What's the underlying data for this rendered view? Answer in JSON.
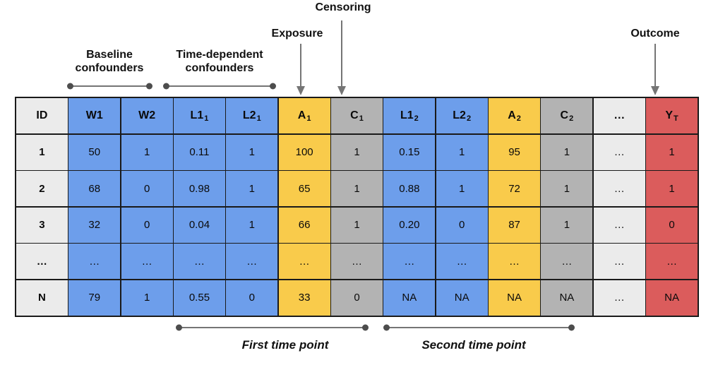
{
  "annotations": {
    "censoring": "Censoring",
    "exposure": "Exposure",
    "outcome": "Outcome",
    "baseline_confounders": {
      "line1": "Baseline",
      "line2": "confounders"
    },
    "time_dependent_confounders": {
      "line1": "Time-dependent",
      "line2": "confounders"
    },
    "first_time_point": "First time point",
    "second_time_point": "Second time point"
  },
  "colors": {
    "baseline_blue": "#6d9eeb",
    "exposure_yellow": "#f9cb4b",
    "censoring_gray": "#b3b3b3",
    "light_gray": "#ebebeb",
    "outcome_red": "#db5c5c",
    "grid_line": "#1a1a1a",
    "annotation_line": "#757575",
    "annotation_dot": "#4d4d4d"
  },
  "table": {
    "columns": [
      {
        "base": "ID",
        "sub": "",
        "role": "id"
      },
      {
        "base": "W1",
        "sub": "",
        "role": "baseline"
      },
      {
        "base": "W2",
        "sub": "",
        "role": "baseline"
      },
      {
        "base": "L1",
        "sub": "1",
        "role": "timedep"
      },
      {
        "base": "L2",
        "sub": "1",
        "role": "timedep"
      },
      {
        "base": "A",
        "sub": "1",
        "role": "exposure"
      },
      {
        "base": "C",
        "sub": "1",
        "role": "censoring"
      },
      {
        "base": "L1",
        "sub": "2",
        "role": "timedep"
      },
      {
        "base": "L2",
        "sub": "2",
        "role": "timedep"
      },
      {
        "base": "A",
        "sub": "2",
        "role": "exposure"
      },
      {
        "base": "C",
        "sub": "2",
        "role": "censoring"
      },
      {
        "base": "…",
        "sub": "",
        "role": "ellipsis"
      },
      {
        "base": "Y",
        "sub": "T",
        "role": "outcome"
      }
    ],
    "rows": [
      {
        "cells": [
          "1",
          "50",
          "1",
          "0.11",
          "1",
          "100",
          "1",
          "0.15",
          "1",
          "95",
          "1",
          "…",
          "1"
        ]
      },
      {
        "cells": [
          "2",
          "68",
          "0",
          "0.98",
          "1",
          "65",
          "1",
          "0.88",
          "1",
          "72",
          "1",
          "…",
          "1"
        ]
      },
      {
        "cells": [
          "3",
          "32",
          "0",
          "0.04",
          "1",
          "66",
          "1",
          "0.20",
          "0",
          "87",
          "1",
          "…",
          "0"
        ]
      },
      {
        "cells": [
          "…",
          "…",
          "…",
          "…",
          "…",
          "…",
          "…",
          "…",
          "…",
          "…",
          "…",
          "…",
          "…"
        ]
      },
      {
        "cells": [
          "N",
          "79",
          "1",
          "0.55",
          "0",
          "33",
          "0",
          "NA",
          "NA",
          "NA",
          "NA",
          "…",
          "NA"
        ]
      }
    ]
  }
}
